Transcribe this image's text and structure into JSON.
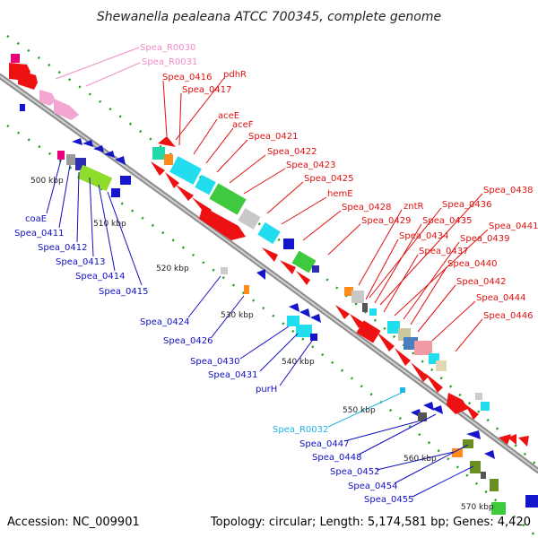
{
  "title": "Shewanella pealeana ATCC 700345, complete genome",
  "footer": {
    "accession": "Accession: NC_009901",
    "summary": "Topology: circular; Length: 5,174,581 bp; Genes: 4,420"
  },
  "colors": {
    "backbone": "#8c8c8c",
    "tick": "#1f9a1f",
    "label_red": "#e01010",
    "label_blue": "#1010c0",
    "label_pink": "#f08cc8",
    "label_cyan": "#20b4e8"
  },
  "ticks": [
    "500 kbp",
    "510 kbp",
    "520 kbp",
    "530 kbp",
    "540 kbp",
    "550 kbp",
    "560 kbp",
    "570 kbp"
  ],
  "labels": {
    "pink": [
      "Spea_R0030",
      "Spea_R0031"
    ],
    "red": [
      "Spea_0416",
      "pdhR",
      "Spea_0417",
      "aceE",
      "aceF",
      "Spea_0421",
      "Spea_0422",
      "Spea_0423",
      "Spea_0425",
      "hemE",
      "Spea_0428",
      "zntR",
      "Spea_0429",
      "Spea_0436",
      "Spea_0438",
      "Spea_0435",
      "Spea_0434",
      "Spea_0441",
      "Spea_0437",
      "Spea_0439",
      "Spea_0440",
      "Spea_0442",
      "Spea_0444",
      "Spea_0446"
    ],
    "blue_left": [
      "coaE",
      "Spea_0411",
      "Spea_0412",
      "Spea_0413",
      "Spea_0414",
      "Spea_0415"
    ],
    "blue_mid": [
      "Spea_0424",
      "Spea_0426",
      "Spea_0430",
      "Spea_0431",
      "purH"
    ],
    "cyan": [
      "Spea_R0032"
    ],
    "blue_bottom": [
      "Spea_0447",
      "Spea_0448",
      "Spea_0452",
      "Spea_0454",
      "Spea_0455"
    ]
  }
}
